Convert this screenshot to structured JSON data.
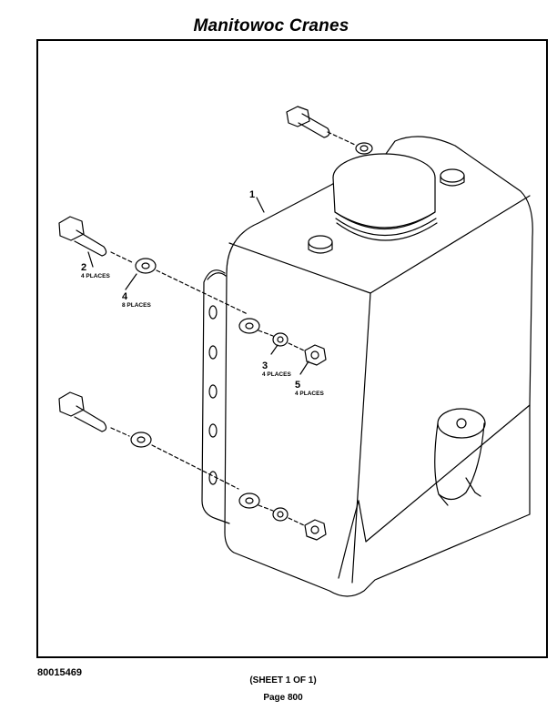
{
  "header": {
    "title": "Manitowoc Cranes"
  },
  "drawing": {
    "callouts": [
      {
        "item": "1",
        "qty": ""
      },
      {
        "item": "2",
        "qty": "4 PLACES"
      },
      {
        "item": "3",
        "qty": "4 PLACES"
      },
      {
        "item": "4",
        "qty": "8 PLACES"
      },
      {
        "item": "5",
        "qty": "4 PLACES"
      }
    ]
  },
  "footer": {
    "doc_number": "80015469",
    "sheet": "(SHEET 1 OF 1)",
    "page": "Page 800"
  }
}
